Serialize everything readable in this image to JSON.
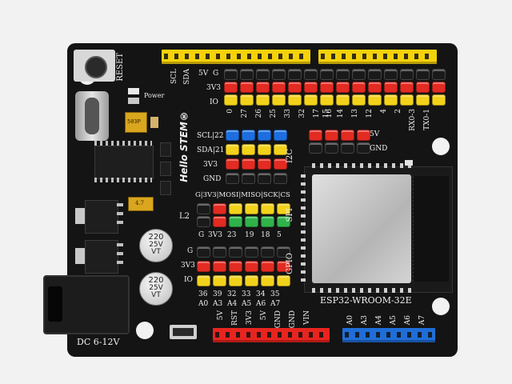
{
  "board": {
    "brand": "Hello STEM",
    "brand_mark": "®",
    "module_label": "ESP32-WROOM-32E",
    "power_label": "DC 6-12V",
    "reset_label": "RESET",
    "power_led_label": "Power",
    "l2_label": "L2"
  },
  "top_left_header": {
    "row_labels": [
      "SCL",
      "SDA",
      "5V",
      "G",
      "3V3",
      "IO"
    ],
    "pins": [
      "0",
      "27",
      "26",
      "25",
      "33",
      "32",
      "17",
      "16"
    ]
  },
  "top_right_header": {
    "pins": [
      "15",
      "14",
      "13",
      "12",
      "4",
      "2",
      "RX0-3",
      "TX0-1"
    ]
  },
  "pwr_mini": {
    "labels": [
      "5V",
      "GND"
    ]
  },
  "i2c_block": {
    "title": "I2C",
    "rows": [
      "SCL|22",
      "SDA|21",
      "3V3",
      "GND"
    ]
  },
  "spi_block": {
    "title": "SPI",
    "header": "G|3V3|MOSI|MISO|SCK|CS",
    "footer": [
      "G",
      "3V3",
      "23",
      "19",
      "18",
      "5"
    ]
  },
  "gpio_block": {
    "title": "GPIO",
    "row_labels": [
      "G",
      "3V3",
      "IO"
    ],
    "numbers": [
      "36",
      "39",
      "32",
      "33",
      "34",
      "35"
    ],
    "analog": [
      "A0",
      "A3",
      "A4",
      "A5",
      "A6",
      "A7"
    ]
  },
  "bottom_power_header": {
    "pins": [
      "5V",
      "RST",
      "3V3",
      "5V",
      "GND",
      "GND",
      "VIN"
    ]
  },
  "bottom_analog_header": {
    "pins": [
      "A0",
      "A3",
      "A4",
      "A5",
      "A6",
      "A7"
    ]
  },
  "capacitors": [
    {
      "top": "220",
      "mid": "25V",
      "bot": "VT"
    },
    {
      "top": "220",
      "mid": "25V",
      "bot": "VT"
    }
  ],
  "chips": {
    "regulator": "503P",
    "inductor": "4.7"
  },
  "colors": {
    "pcb": "#141414",
    "yellow": "#f5d20a",
    "red": "#e8241f",
    "blue": "#1f6ed8",
    "green": "#2fb34a",
    "silkscreen": "#f0f0f0"
  }
}
